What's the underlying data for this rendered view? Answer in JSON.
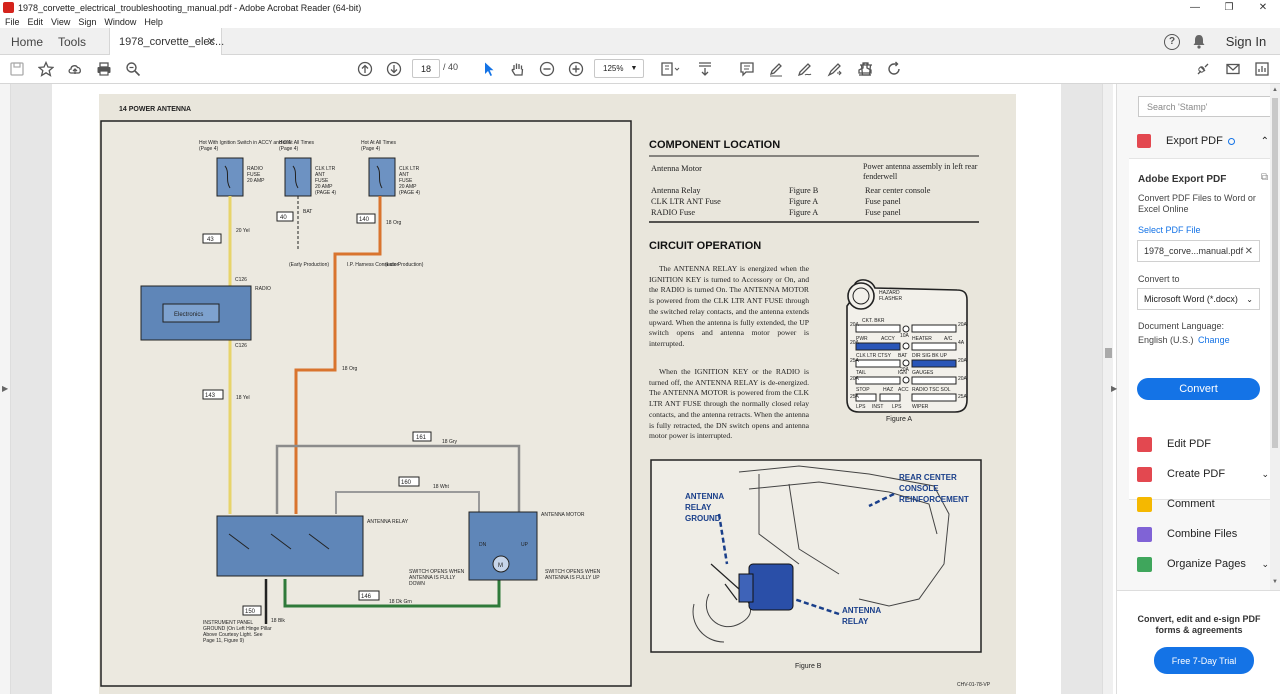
{
  "window": {
    "title": "1978_corvette_electrical_troubleshooting_manual.pdf - Adobe Acrobat Reader (64-bit)",
    "controls": [
      "—",
      "❐",
      "✕"
    ]
  },
  "menu": [
    "File",
    "Edit",
    "View",
    "Sign",
    "Window",
    "Help"
  ],
  "tabs": {
    "home": "Home",
    "tools": "Tools",
    "document": "1978_corvette_elec...",
    "sign_in": "Sign In"
  },
  "toolbar": {
    "page_current": "18",
    "page_total": "/ 40",
    "zoom": "125%"
  },
  "document": {
    "header": "14 POWER ANTENNA",
    "component_location_title": "COMPONENT LOCATION",
    "components": [
      {
        "name": "Antenna Motor",
        "figure": "",
        "location": "Power antenna assembly in left rear fenderwell"
      },
      {
        "name": "Antenna Relay",
        "figure": "Figure B",
        "location": "Rear center console"
      },
      {
        "name": "CLK LTR ANT Fuse",
        "figure": "Figure A",
        "location": "Fuse panel"
      },
      {
        "name": "RADIO Fuse",
        "figure": "Figure A",
        "location": "Fuse panel"
      }
    ],
    "circuit_operation_title": "CIRCUIT OPERATION",
    "circuit_p1": "The ANTENNA RELAY is energized when the IGNITION KEY is turned to Accessory or On, and the RADIO is turned On. The ANTENNA MOTOR is powered from the CLK LTR ANT FUSE through the switched relay contacts, and the antenna extends upward. When the antenna is fully extended, the UP switch opens and antenna motor power is interrupted.",
    "circuit_p2": "When the IGNITION KEY or the RADIO is turned off, the ANTENNA RELAY is de-energized. The ANTENNA MOTOR is powered from the CLK LTR ANT FUSE through the normally closed relay contacts, and the antenna retracts. When the antenna is fully retracted, the DN switch opens and antenna motor power is interrupted.",
    "figure_a": {
      "caption": "Figure A",
      "labels": [
        "HAZARD",
        "FLASHER",
        "CKT. BKR",
        "PWR",
        "ACCY",
        "HEATER",
        "A/C",
        "CLK LTR CTSY",
        "BAT",
        "DIR SIG BK UP",
        "TAIL",
        "IGN",
        "GAUGES",
        "STOP",
        "HAZ",
        "ACC",
        "RADIO TSC SOL",
        "LPS",
        "INST",
        "LPS",
        "WIPER",
        "20A",
        "20A",
        "25A",
        "20A",
        "25A",
        "20A",
        "4A",
        "20A",
        "20A",
        "25A",
        "10A",
        "20A"
      ]
    },
    "figure_b": {
      "caption": "Figure B",
      "labels": [
        "REAR CENTER",
        "CONSOLE",
        "REINFORCEMENT",
        "ANTENNA",
        "RELAY",
        "GROUND",
        "ANTENNA",
        "RELAY"
      ]
    },
    "schematic": {
      "fuse_notes": [
        "Hot With Ignition Switch in ACCY and ON",
        "(Page 4)",
        "Hot At All Times",
        "(Page 4)",
        "Hot At All Times",
        "(Page 4)"
      ],
      "fuses": [
        {
          "lines": [
            "RADIO",
            "FUSE",
            "20 AMP"
          ]
        },
        {
          "lines": [
            "CLK LTR",
            "ANT",
            "FUSE",
            "20 AMP",
            "(PAGE 4)"
          ]
        },
        {
          "lines": [
            "CLK LTR",
            "ANT",
            "FUSE",
            "20 AMP",
            "(PAGE 4)"
          ]
        }
      ],
      "circuits": [
        "43",
        "40",
        "140",
        "143",
        "161",
        "160",
        "146",
        "150"
      ],
      "wire_labels": [
        "20 Yel",
        "18 Org",
        "18 Org",
        "18 Yel",
        "18 Gry",
        "18 Wht",
        "18 Dk Grn",
        "18 Blk",
        "BAT"
      ],
      "connectors": [
        "C126",
        "C126"
      ],
      "notes": [
        "(Early Production)",
        "I.P. Harness Connector",
        "(Late Production)"
      ],
      "radio_label": "RADIO",
      "electronics_label": "Electronics",
      "relay_label": "ANTENNA RELAY",
      "motor_label": "ANTENNA MOTOR",
      "motor_contacts": [
        "DN",
        "UP"
      ],
      "switch_down_note": "SWITCH OPENS WHEN ANTENNA IS FULLY DOWN",
      "switch_up_note": "SWITCH OPENS WHEN ANTENNA IS FULLY UP",
      "ground_note": "INSTRUMENT PANEL GROUND (On Left Hinge Pillar Above Courtesy Light. See Page 11, Figure 9)"
    },
    "footer_code": "CHV-01-78-VP"
  },
  "right_pane": {
    "search_placeholder": "Search 'Stamp'",
    "export_pdf": "Export PDF",
    "adobe_export_title": "Adobe Export PDF",
    "adobe_export_desc": "Convert PDF Files to Word or Excel Online",
    "select_pdf_file": "Select PDF File",
    "file_name": "1978_corve...manual.pdf",
    "convert_to_label": "Convert to",
    "convert_to_value": "Microsoft Word (*.docx)",
    "document_language_label": "Document Language:",
    "document_language_value": "English (U.S.)",
    "change_link": "Change",
    "convert_button": "Convert",
    "tools": [
      {
        "label": "Edit PDF",
        "color": "#e34850",
        "chevron": ""
      },
      {
        "label": "Create PDF",
        "color": "#e34850",
        "chevron": "⌄"
      },
      {
        "label": "Comment",
        "color": "#f5b800",
        "chevron": ""
      },
      {
        "label": "Combine Files",
        "color": "#8063d6",
        "chevron": ""
      },
      {
        "label": "Organize Pages",
        "color": "#3fa65c",
        "chevron": "⌄"
      }
    ],
    "promo_text": "Convert, edit and e-sign PDF forms & agreements",
    "trial_button": "Free 7-Day Trial"
  },
  "colors": {
    "accent": "#1473e6",
    "relay_blue": "#5f86b8",
    "wire_yellow": "#e7d46a",
    "wire_orange": "#d9742e",
    "wire_gray": "#8b8b8b",
    "wire_green": "#2f7a3a"
  }
}
